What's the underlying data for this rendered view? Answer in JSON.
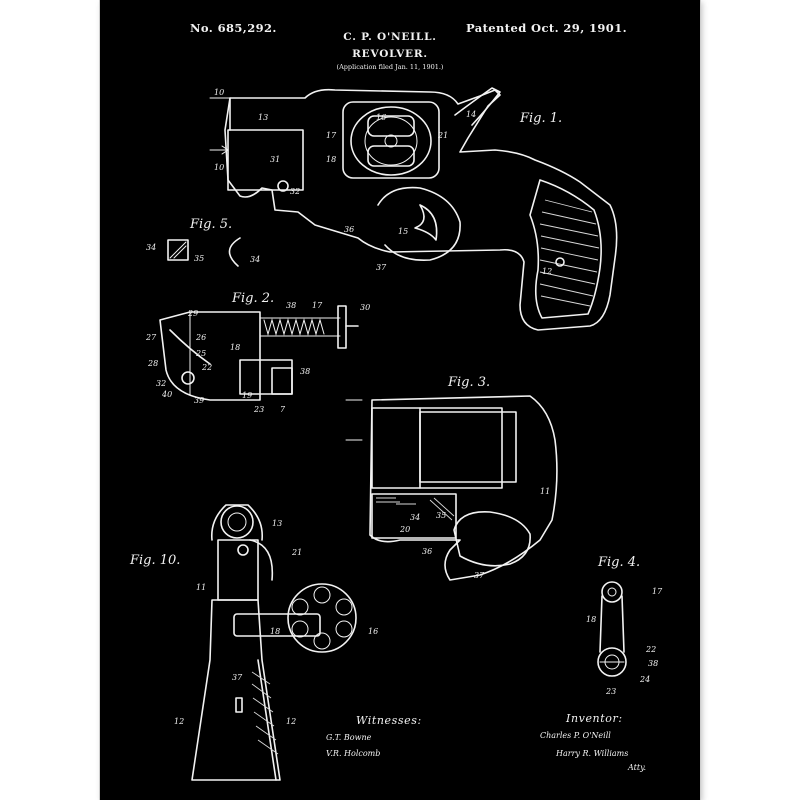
{
  "header": {
    "patent_number": "No. 685,292.",
    "inventor_name": "C. P. O'NEILL.",
    "invention": "REVOLVER.",
    "application_note": "(Application filed Jan. 11, 1901.)",
    "patent_date": "Patented Oct. 29, 1901."
  },
  "figures": {
    "fig1": {
      "label": "Fig. 1.",
      "numerals": [
        "10",
        "13",
        "16",
        "17",
        "18",
        "21",
        "14",
        "31",
        "32",
        "10",
        "36",
        "15",
        "37",
        "12"
      ]
    },
    "fig2": {
      "label": "Fig. 2.",
      "numerals": [
        "29",
        "38",
        "17",
        "30",
        "27",
        "26",
        "25",
        "18",
        "28",
        "22",
        "32",
        "40",
        "39",
        "19",
        "23",
        "7",
        "38"
      ]
    },
    "fig3": {
      "label": "Fig. 3.",
      "numerals": [
        "11",
        "34",
        "35",
        "20",
        "36",
        "37"
      ]
    },
    "fig4": {
      "label": "Fig. 4.",
      "numerals": [
        "17",
        "18",
        "22",
        "38",
        "24",
        "23"
      ]
    },
    "fig5": {
      "label": "Fig. 5.",
      "numerals": [
        "34",
        "35",
        "34"
      ]
    },
    "fig10": {
      "label": "Fig. 10.",
      "numerals": [
        "13",
        "21",
        "11",
        "16",
        "18",
        "37",
        "12",
        "12"
      ]
    }
  },
  "signatures": {
    "witnesses_label": "Witnesses:",
    "witness_1": "G.T. Bowne",
    "witness_2": "V.R. Holcomb",
    "inventor_label": "Inventor:",
    "inventor_signature": "Charles P. O'Neill",
    "attorney_signature": "Harry R. Williams",
    "attorney_abbrev": "Atty."
  },
  "colors": {
    "paper": "#000000",
    "ink": "#f2f2f2",
    "margin": "#ffffff"
  }
}
